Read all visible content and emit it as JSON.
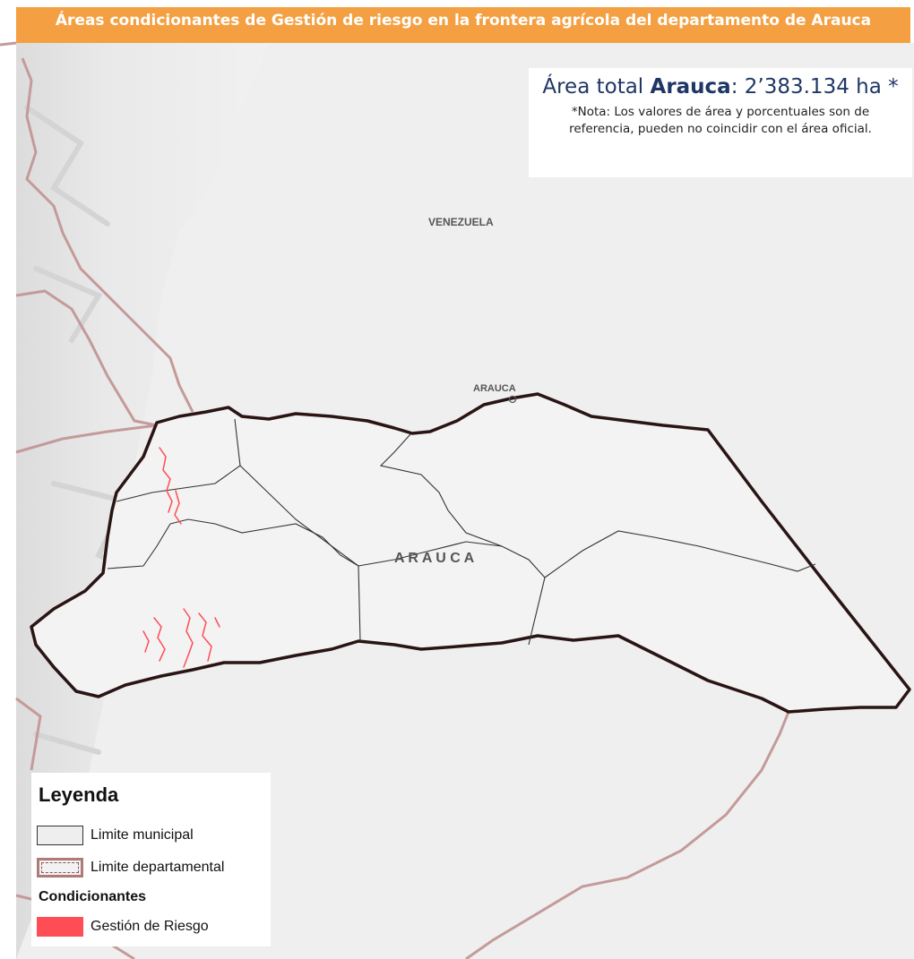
{
  "title": "Áreas condicionantes  de Gestión de riesgo en la frontera agrícola del departamento de Arauca",
  "area_box": {
    "prefix": "Área total ",
    "name": "Arauca",
    "value": ": 2’383.134 ha *",
    "note": "*Nota: Los valores de área y porcentuales son de referencia, pueden no coincidir con el área oficial."
  },
  "map_labels": {
    "country": "VENEZUELA",
    "city": "ARAUCA",
    "department": "A R A U C A"
  },
  "legend": {
    "title": "Leyenda",
    "items": [
      {
        "label": "Limite municipal",
        "swatch": "municipal-boundary",
        "color": "#333333"
      },
      {
        "label": "Limite departamental",
        "swatch": "department-boundary",
        "color": "#b07a7a"
      }
    ],
    "subtitle": "Condicionantes",
    "conditioning": [
      {
        "label": "Gestión de Riesgo",
        "color": "#ff4d55"
      }
    ]
  },
  "colors": {
    "title_bar": "#f4a042",
    "area_text": "#1f3766",
    "department_boundary": "#2a1414",
    "neighbor_boundary": "#c49a9a",
    "risk_areas": "#ff4d55"
  }
}
